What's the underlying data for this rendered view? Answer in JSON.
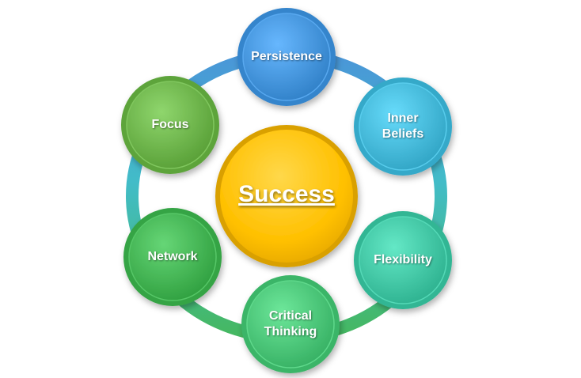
{
  "center": {
    "label": "Success",
    "color": "#FFC000"
  },
  "ring": {
    "colors": [
      "#3F8FD6",
      "#3FB8C4",
      "#3CC09A",
      "#3CB96A",
      "#5BB04C"
    ]
  },
  "nodes": [
    {
      "id": "persistence",
      "label": "Persistence",
      "color": "#3F8FD6"
    },
    {
      "id": "inner-beliefs",
      "label": "Inner\nBeliefs",
      "color": "#3FB3D3"
    },
    {
      "id": "flexibility",
      "label": "Flexibility",
      "color": "#3CC09E"
    },
    {
      "id": "critical-thinking",
      "label": "Critical\nThinking",
      "color": "#45BF72"
    },
    {
      "id": "network",
      "label": "Network",
      "color": "#3EAE4E"
    },
    {
      "id": "focus",
      "label": "Focus",
      "color": "#67AE45"
    }
  ]
}
